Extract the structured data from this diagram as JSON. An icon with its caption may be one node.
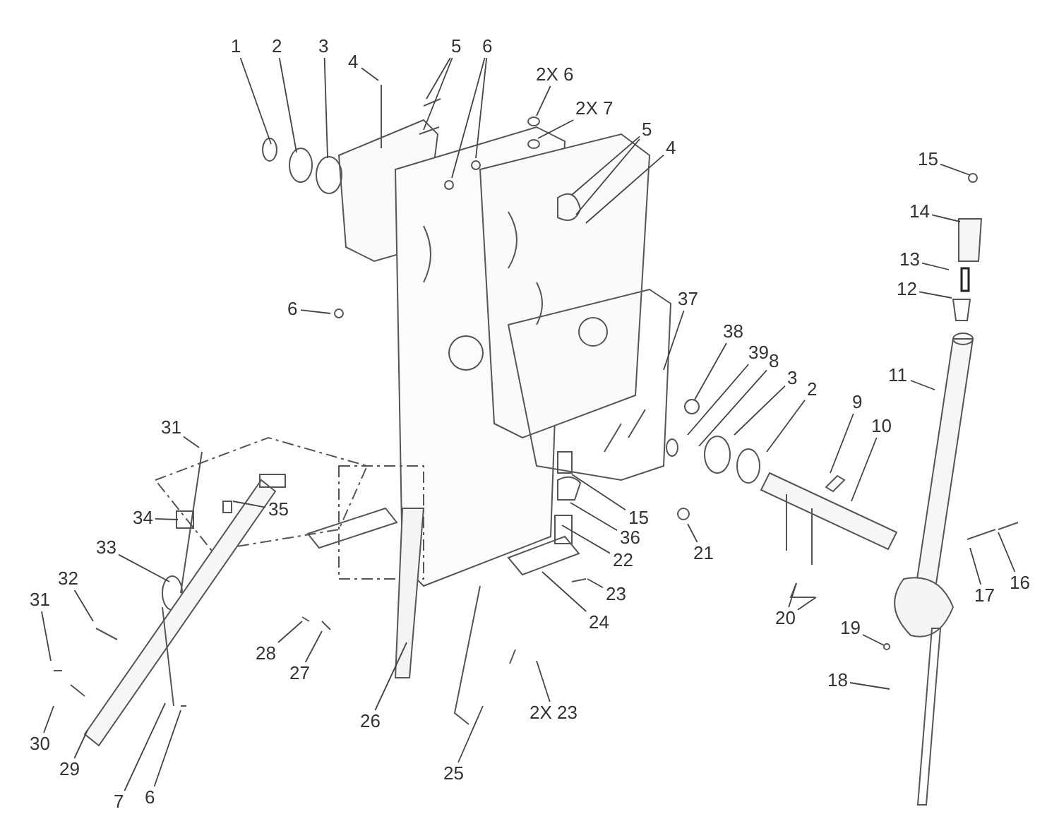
{
  "diagram": {
    "nodes": [
      {
        "text": [
          "1"
        ]
      },
      {
        "text": [
          "2"
        ]
      },
      {
        "text": [
          "3"
        ]
      },
      {
        "text": [
          "4"
        ]
      },
      {
        "text": [
          "5"
        ]
      },
      {
        "text": [
          "6"
        ]
      },
      {
        "text": [
          "2X 6"
        ]
      },
      {
        "text": [
          "2X 7"
        ]
      },
      {
        "text": [
          "5"
        ]
      },
      {
        "text": [
          "4"
        ]
      },
      {
        "text": [
          "6"
        ]
      },
      {
        "text": [
          "15"
        ]
      },
      {
        "text": [
          "14"
        ]
      },
      {
        "text": [
          "13"
        ]
      },
      {
        "text": [
          "12"
        ]
      },
      {
        "text": [
          "11"
        ]
      },
      {
        "text": [
          "37"
        ]
      },
      {
        "text": [
          "38"
        ]
      },
      {
        "text": [
          "39"
        ]
      },
      {
        "text": [
          "8"
        ]
      },
      {
        "text": [
          "3"
        ]
      },
      {
        "text": [
          "2"
        ]
      },
      {
        "text": [
          "9"
        ]
      },
      {
        "text": [
          "10"
        ]
      },
      {
        "text": [
          "31"
        ]
      },
      {
        "text": [
          "35"
        ]
      },
      {
        "text": [
          "34"
        ]
      },
      {
        "text": [
          "33"
        ]
      },
      {
        "text": [
          "32"
        ]
      },
      {
        "text": [
          "31"
        ]
      },
      {
        "text": [
          "28"
        ]
      },
      {
        "text": [
          "27"
        ]
      },
      {
        "text": [
          "26"
        ]
      },
      {
        "text": [
          "30"
        ]
      },
      {
        "text": [
          "29"
        ]
      },
      {
        "text": [
          "7"
        ]
      },
      {
        "text": [
          "6"
        ]
      },
      {
        "text": [
          "15"
        ]
      },
      {
        "text": [
          "36"
        ]
      },
      {
        "text": [
          "22"
        ]
      },
      {
        "text": [
          "23"
        ]
      },
      {
        "text": [
          "24"
        ]
      },
      {
        "text": [
          "21"
        ]
      },
      {
        "text": [
          "20"
        ]
      },
      {
        "text": [
          "2X 23"
        ]
      },
      {
        "text": [
          "25"
        ]
      },
      {
        "text": [
          "16"
        ]
      },
      {
        "text": [
          "17"
        ]
      },
      {
        "text": [
          "19"
        ]
      },
      {
        "text": [
          "18"
        ]
      }
    ],
    "edges": [
      {
        "from": 0,
        "to": null,
        "arrow": "none"
      },
      {
        "from": 1,
        "to": null,
        "arrow": "none"
      },
      {
        "from": 2,
        "to": null,
        "arrow": "none"
      },
      {
        "from": 3,
        "to": null,
        "arrow": "none"
      },
      {
        "from": 4,
        "to": null,
        "arrow": "none"
      },
      {
        "from": 4,
        "to": null,
        "arrow": "none"
      },
      {
        "from": 5,
        "to": null,
        "arrow": "none"
      },
      {
        "from": 5,
        "to": null,
        "arrow": "none"
      },
      {
        "from": 6,
        "to": null,
        "arrow": "none"
      },
      {
        "from": 7,
        "to": null,
        "arrow": "none"
      },
      {
        "from": 8,
        "to": null,
        "arrow": "none"
      },
      {
        "from": 8,
        "to": null,
        "arrow": "none"
      },
      {
        "from": 9,
        "to": null,
        "arrow": "none"
      },
      {
        "from": 10,
        "to": null,
        "arrow": "none"
      },
      {
        "from": 11,
        "to": null,
        "arrow": "none"
      },
      {
        "from": 12,
        "to": null,
        "arrow": "none"
      },
      {
        "from": 13,
        "to": null,
        "arrow": "none"
      },
      {
        "from": 14,
        "to": null,
        "arrow": "none"
      },
      {
        "from": 15,
        "to": null,
        "arrow": "none"
      },
      {
        "from": 16,
        "to": null,
        "arrow": "none"
      },
      {
        "from": 17,
        "to": null,
        "arrow": "none"
      },
      {
        "from": 18,
        "to": null,
        "arrow": "none"
      },
      {
        "from": 19,
        "to": null,
        "arrow": "none"
      },
      {
        "from": 20,
        "to": null,
        "arrow": "none"
      },
      {
        "from": 21,
        "to": null,
        "arrow": "none"
      },
      {
        "from": 22,
        "to": null,
        "arrow": "none"
      },
      {
        "from": 23,
        "to": null,
        "arrow": "none"
      },
      {
        "from": 24,
        "to": null,
        "arrow": "none"
      },
      {
        "from": 25,
        "to": null,
        "arrow": "none"
      },
      {
        "from": 26,
        "to": null,
        "arrow": "none"
      },
      {
        "from": 27,
        "to": null,
        "arrow": "none"
      },
      {
        "from": 28,
        "to": null,
        "arrow": "none"
      },
      {
        "from": 29,
        "to": null,
        "arrow": "none"
      },
      {
        "from": 30,
        "to": null,
        "arrow": "none"
      },
      {
        "from": 31,
        "to": null,
        "arrow": "none"
      },
      {
        "from": 32,
        "to": null,
        "arrow": "none"
      },
      {
        "from": 33,
        "to": null,
        "arrow": "none"
      },
      {
        "from": 34,
        "to": null,
        "arrow": "none"
      },
      {
        "from": 35,
        "to": null,
        "arrow": "none"
      },
      {
        "from": 36,
        "to": null,
        "arrow": "none"
      },
      {
        "from": 37,
        "to": null,
        "arrow": "none"
      },
      {
        "from": 38,
        "to": null,
        "arrow": "none"
      },
      {
        "from": 39,
        "to": null,
        "arrow": "none"
      },
      {
        "from": 40,
        "to": null,
        "arrow": "none"
      },
      {
        "from": 41,
        "to": null,
        "arrow": "none"
      },
      {
        "from": 42,
        "to": null,
        "arrow": "none"
      },
      {
        "from": 43,
        "to": null,
        "arrow": "none"
      },
      {
        "from": 43,
        "to": null,
        "arrow": "none"
      },
      {
        "from": 44,
        "to": null,
        "arrow": "none"
      },
      {
        "from": 45,
        "to": null,
        "arrow": "none"
      },
      {
        "from": 46,
        "to": null,
        "arrow": "none"
      },
      {
        "from": 47,
        "to": null,
        "arrow": "none"
      },
      {
        "from": 48,
        "to": null,
        "arrow": "none"
      },
      {
        "from": 49,
        "to": null,
        "arrow": "none"
      }
    ]
  }
}
